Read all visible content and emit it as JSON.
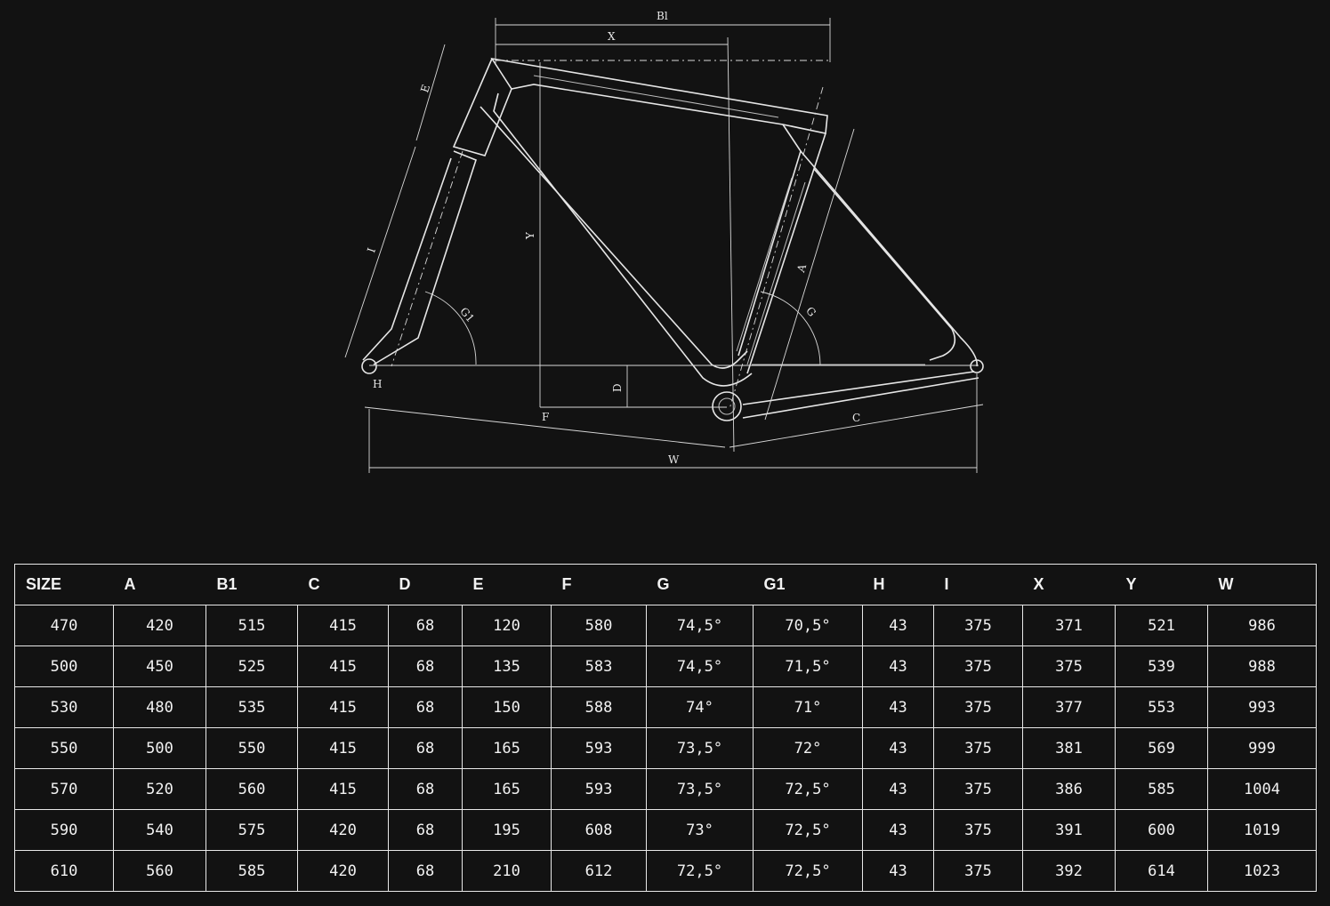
{
  "diagram": {
    "labels": {
      "B1": "Bl",
      "X": "X",
      "E": "E",
      "I": "I",
      "Y": "Y",
      "G1": "G1",
      "A": "A",
      "G": "G",
      "D": "D",
      "H": "H",
      "F": "F",
      "C": "C",
      "W": "W"
    }
  },
  "table": {
    "headers": [
      "SIZE",
      "A",
      "B1",
      "C",
      "D",
      "E",
      "F",
      "G",
      "G1",
      "H",
      "I",
      "X",
      "Y",
      "W"
    ],
    "rows": [
      [
        "470",
        "420",
        "515",
        "415",
        "68",
        "120",
        "580",
        "74,5°",
        "70,5°",
        "43",
        "375",
        "371",
        "521",
        "986"
      ],
      [
        "500",
        "450",
        "525",
        "415",
        "68",
        "135",
        "583",
        "74,5°",
        "71,5°",
        "43",
        "375",
        "375",
        "539",
        "988"
      ],
      [
        "530",
        "480",
        "535",
        "415",
        "68",
        "150",
        "588",
        "74°",
        "71°",
        "43",
        "375",
        "377",
        "553",
        "993"
      ],
      [
        "550",
        "500",
        "550",
        "415",
        "68",
        "165",
        "593",
        "73,5°",
        "72°",
        "43",
        "375",
        "381",
        "569",
        "999"
      ],
      [
        "570",
        "520",
        "560",
        "415",
        "68",
        "165",
        "593",
        "73,5°",
        "72,5°",
        "43",
        "375",
        "386",
        "585",
        "1004"
      ],
      [
        "590",
        "540",
        "575",
        "420",
        "68",
        "195",
        "608",
        "73°",
        "72,5°",
        "43",
        "375",
        "391",
        "600",
        "1019"
      ],
      [
        "610",
        "560",
        "585",
        "420",
        "68",
        "210",
        "612",
        "72,5°",
        "72,5°",
        "43",
        "375",
        "392",
        "614",
        "1023"
      ]
    ]
  }
}
